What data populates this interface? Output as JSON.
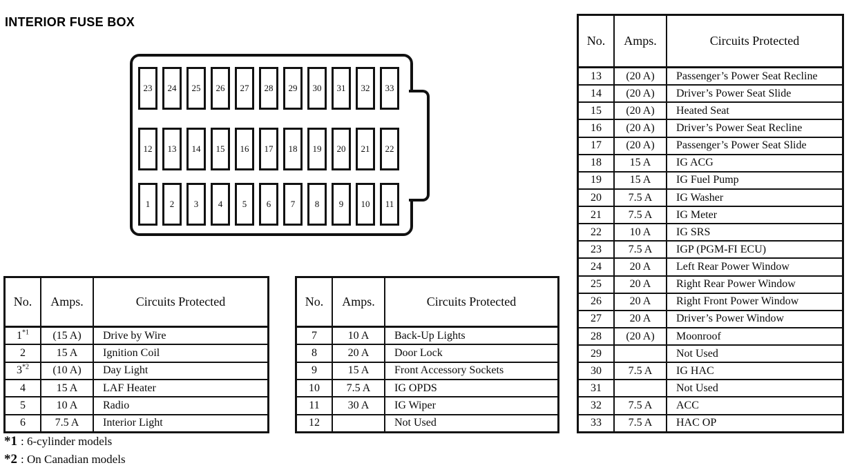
{
  "page_title": "INTERIOR FUSE BOX",
  "colors": {
    "ink": "#111111",
    "paper": "#ffffff"
  },
  "fuse_diagram": {
    "rows": [
      [
        "23",
        "24",
        "25",
        "26",
        "27",
        "28",
        "29",
        "30",
        "31",
        "32",
        "33"
      ],
      [
        "12",
        "13",
        "14",
        "15",
        "16",
        "17",
        "18",
        "19",
        "20",
        "21",
        "22"
      ],
      [
        "1",
        "2",
        "3",
        "4",
        "5",
        "6",
        "7",
        "8",
        "9",
        "10",
        "11"
      ]
    ]
  },
  "tables": [
    {
      "headers": [
        "No.",
        "Amps.",
        "Circuits Protected"
      ],
      "rows": [
        {
          "no": "1",
          "sup": "*1",
          "amps": "(15 A)",
          "circuit": "Drive by Wire"
        },
        {
          "no": "2",
          "sup": "",
          "amps": "15 A",
          "circuit": "Ignition Coil"
        },
        {
          "no": "3",
          "sup": "*2",
          "amps": "(10 A)",
          "circuit": "Day Light"
        },
        {
          "no": "4",
          "sup": "",
          "amps": "15 A",
          "circuit": "LAF Heater"
        },
        {
          "no": "5",
          "sup": "",
          "amps": "10 A",
          "circuit": "Radio"
        },
        {
          "no": "6",
          "sup": "",
          "amps": "7.5 A",
          "circuit": "Interior Light"
        }
      ]
    },
    {
      "headers": [
        "No.",
        "Amps.",
        "Circuits Protected"
      ],
      "rows": [
        {
          "no": "7",
          "sup": "",
          "amps": "10 A",
          "circuit": "Back-Up Lights"
        },
        {
          "no": "8",
          "sup": "",
          "amps": "20 A",
          "circuit": "Door Lock"
        },
        {
          "no": "9",
          "sup": "",
          "amps": "15 A",
          "circuit": "Front Accessory Sockets"
        },
        {
          "no": "10",
          "sup": "",
          "amps": "7.5 A",
          "circuit": "IG OPDS"
        },
        {
          "no": "11",
          "sup": "",
          "amps": "30 A",
          "circuit": "IG Wiper"
        },
        {
          "no": "12",
          "sup": "",
          "amps": "",
          "circuit": "Not Used"
        }
      ]
    },
    {
      "headers": [
        "No.",
        "Amps.",
        "Circuits Protected"
      ],
      "rows": [
        {
          "no": "13",
          "sup": "",
          "amps": "(20 A)",
          "circuit": "Passenger’s Power Seat Recline"
        },
        {
          "no": "14",
          "sup": "",
          "amps": "(20 A)",
          "circuit": "Driver’s Power Seat Slide"
        },
        {
          "no": "15",
          "sup": "",
          "amps": "(20 A)",
          "circuit": "Heated Seat"
        },
        {
          "no": "16",
          "sup": "",
          "amps": "(20 A)",
          "circuit": "Driver’s Power Seat Recline"
        },
        {
          "no": "17",
          "sup": "",
          "amps": "(20 A)",
          "circuit": "Passenger’s Power Seat Slide"
        },
        {
          "no": "18",
          "sup": "",
          "amps": "15 A",
          "circuit": "IG ACG"
        },
        {
          "no": "19",
          "sup": "",
          "amps": "15 A",
          "circuit": "IG Fuel Pump"
        },
        {
          "no": "20",
          "sup": "",
          "amps": "7.5 A",
          "circuit": "IG Washer"
        },
        {
          "no": "21",
          "sup": "",
          "amps": "7.5 A",
          "circuit": "IG Meter"
        },
        {
          "no": "22",
          "sup": "",
          "amps": "10 A",
          "circuit": "IG SRS"
        },
        {
          "no": "23",
          "sup": "",
          "amps": "7.5 A",
          "circuit": "IGP (PGM-FI ECU)"
        },
        {
          "no": "24",
          "sup": "",
          "amps": "20 A",
          "circuit": "Left Rear Power Window"
        },
        {
          "no": "25",
          "sup": "",
          "amps": "20 A",
          "circuit": "Right Rear Power Window"
        },
        {
          "no": "26",
          "sup": "",
          "amps": "20 A",
          "circuit": "Right Front Power Window"
        },
        {
          "no": "27",
          "sup": "",
          "amps": "20 A",
          "circuit": "Driver’s Power Window"
        },
        {
          "no": "28",
          "sup": "",
          "amps": "(20 A)",
          "circuit": "Moonroof"
        },
        {
          "no": "29",
          "sup": "",
          "amps": "",
          "circuit": "Not Used"
        },
        {
          "no": "30",
          "sup": "",
          "amps": "7.5 A",
          "circuit": "IG HAC"
        },
        {
          "no": "31",
          "sup": "",
          "amps": "",
          "circuit": "Not Used"
        },
        {
          "no": "32",
          "sup": "",
          "amps": "7.5 A",
          "circuit": "ACC"
        },
        {
          "no": "33",
          "sup": "",
          "amps": "7.5 A",
          "circuit": "HAC OP"
        }
      ]
    }
  ],
  "footnotes": [
    {
      "marker": "*1",
      "text": ": 6-cylinder models"
    },
    {
      "marker": "*2",
      "text": ": On Canadian models"
    }
  ]
}
